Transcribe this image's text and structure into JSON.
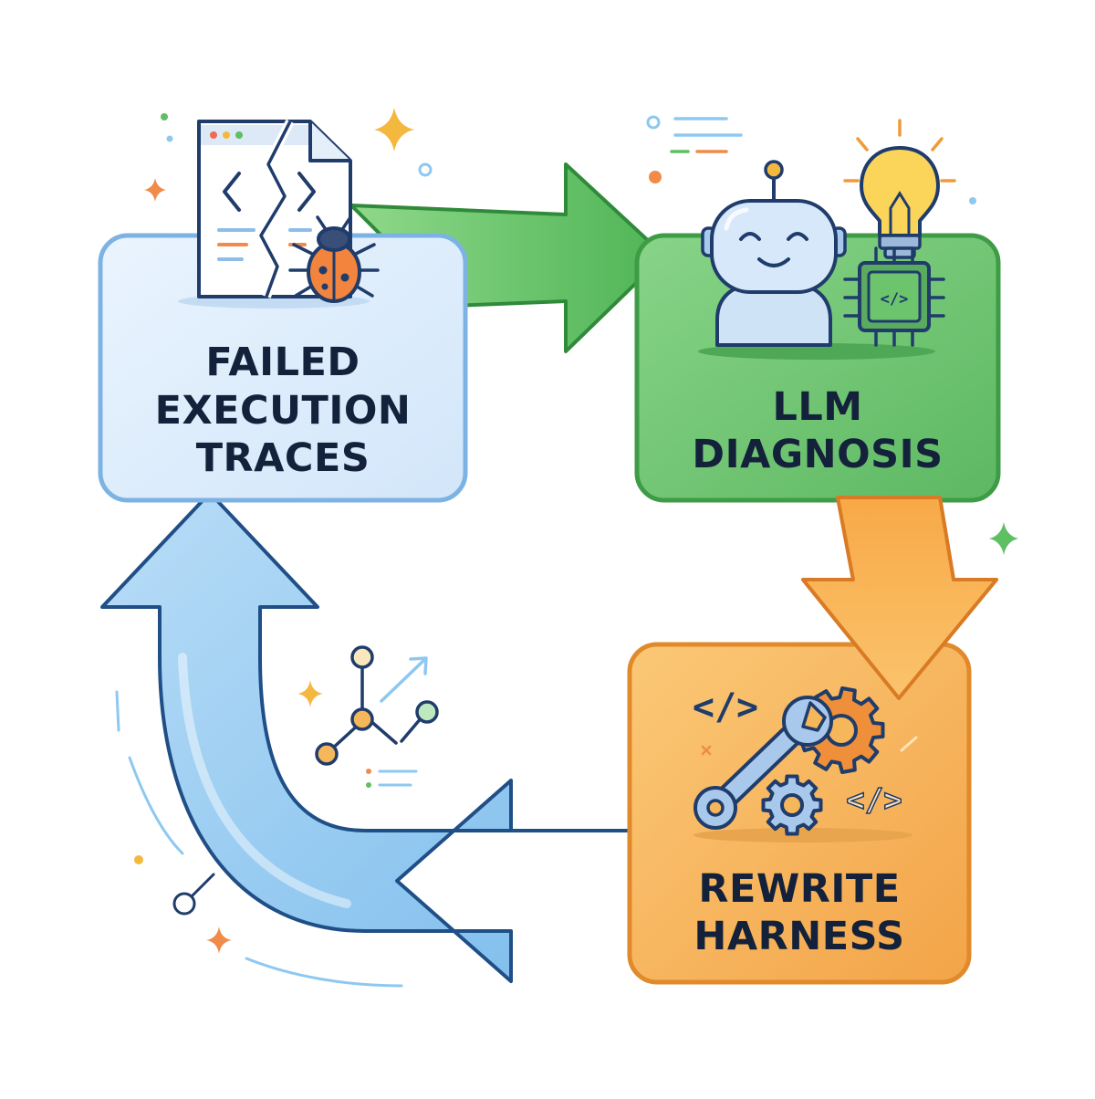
{
  "nodes": {
    "failed_traces": {
      "lines": [
        "FAILED",
        "EXECUTION",
        "TRACES"
      ],
      "fill": "#dcecfb",
      "stroke": "#7db3e3",
      "icons": [
        "broken-document-icon",
        "bug-icon",
        "code-brackets-icon"
      ]
    },
    "llm_diagnosis": {
      "lines": [
        "LLM",
        "DIAGNOSIS"
      ],
      "fill": "#6cc46d",
      "stroke": "#3f9c46",
      "icons": [
        "robot-icon",
        "lightbulb-icon",
        "chip-icon"
      ]
    },
    "rewrite_harness": {
      "lines": [
        "REWRITE",
        "HARNESS"
      ],
      "fill": "#f6b65a",
      "stroke": "#e08a2b",
      "icons": [
        "wrench-icon",
        "gear-icon",
        "code-brackets-icon"
      ]
    }
  },
  "edges": [
    {
      "from": "failed_traces",
      "to": "llm_diagnosis",
      "color": "#5bbd61"
    },
    {
      "from": "llm_diagnosis",
      "to": "rewrite_harness",
      "color": "#f3a646"
    },
    {
      "from": "rewrite_harness",
      "to": "failed_traces",
      "color": "#8ec8f0"
    }
  ],
  "code_glyph": "</>",
  "code_glyph_short": "<>"
}
